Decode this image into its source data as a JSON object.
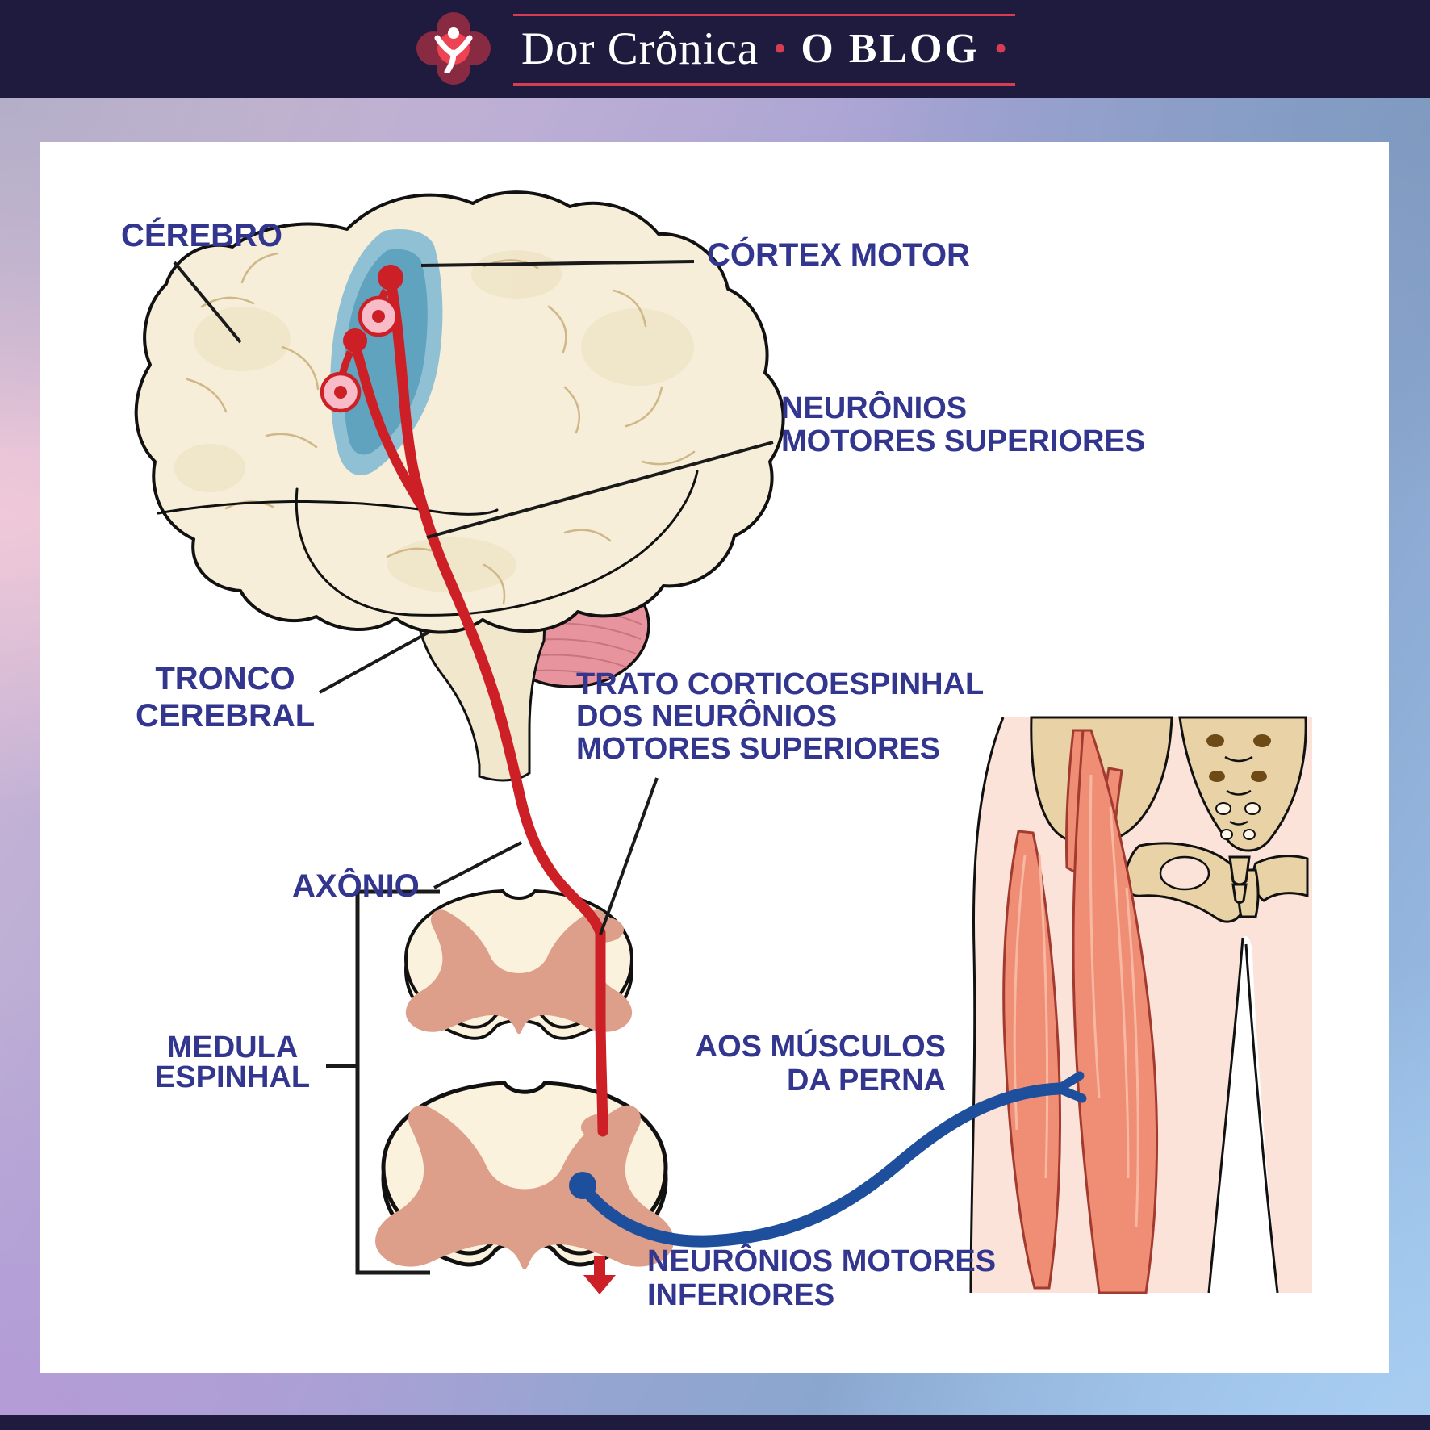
{
  "header": {
    "brand": "Dor Crônica",
    "separator": "•",
    "blog": "O BLOG",
    "trailing_dot": "•"
  },
  "labels": {
    "cerebro": "CÉREBRO",
    "cortex_motor": "CÓRTEX MOTOR",
    "neuronios_superiores": [
      "NEURÔNIOS",
      "MOTORES SUPERIORES"
    ],
    "tronco_cerebral": [
      "TRONCO",
      "CEREBRAL"
    ],
    "axonio": "AXÔNIO",
    "trato_corticoespinhal": [
      "TRATO CORTICOESPINHAL",
      "DOS NEURÔNIOS",
      "MOTORES SUPERIORES"
    ],
    "medula_espinhal": [
      "MEDULA",
      "ESPINHAL"
    ],
    "aos_musculos": [
      "AOS MÚSCULOS",
      "DA PERNA"
    ],
    "neuronios_inferiores": [
      "NEURÔNIOS MOTORES",
      "INFERIORES"
    ]
  },
  "colors": {
    "header_navy": "#1e1b3e",
    "rule_red": "#d63d52",
    "logo_petal": "#8e2b44",
    "logo_center": "#ee4352",
    "label_indigo": "#33368f",
    "pointer_black": "#1a1a1a",
    "neuron_red": "#cc2026",
    "soma_pink": "#f8bcc8",
    "nerve_blue": "#1d4f9c",
    "brain_cream": "#f6eed9",
    "sulci_tan": "#cfb787",
    "cortex_blue_outer": "#8fc0d4",
    "cortex_blue_inner": "#5fa3bf",
    "cerebellum_pink": "#e8949f",
    "brainstem_beige": "#f1e7cd",
    "cord_cream": "#faf2dd",
    "cord_gray": "#dd9e8a",
    "skin_pink": "#fbe3da",
    "bone_tan": "#e8d2a6",
    "muscle_salmon": "#ef8e75",
    "card_white": "#ffffff"
  }
}
